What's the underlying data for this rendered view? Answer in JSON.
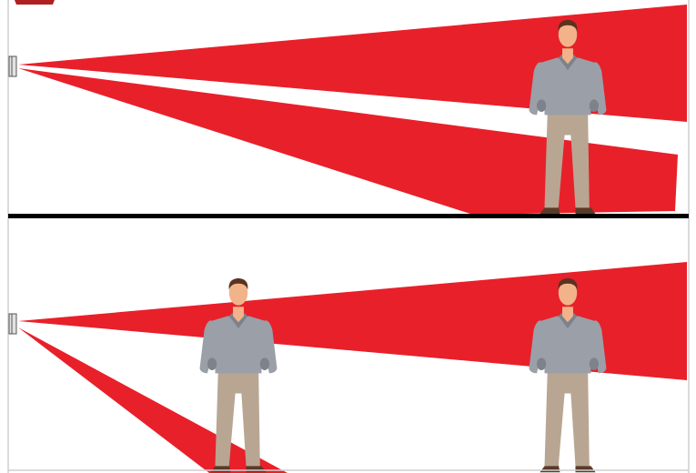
{
  "colors": {
    "beam": "#e8202a",
    "background": "#ffffff",
    "divider": "#000000",
    "wall": "#cfcfcf",
    "sensor_body": "#e2e2e2",
    "sensor_outline": "#555555",
    "skin": "#f2b38a",
    "hair": "#5a3220",
    "sweater": "#9a9fa8",
    "pants": "#b8a693",
    "shoes": "#5a3a28",
    "logo": "#b02020"
  },
  "icons": {
    "sensor": "motion-sensor-icon",
    "person": "standing-person-icon",
    "logo": "brand-logo-fragment"
  },
  "panels": [
    {
      "name": "top",
      "beams": [
        "upper-beam",
        "lower-beam"
      ],
      "people": [
        {
          "position": "far",
          "in_beam": true
        }
      ]
    },
    {
      "name": "bottom",
      "beams": [
        "upper-beam",
        "lower-beam"
      ],
      "people": [
        {
          "position": "middle",
          "in_beam": true
        },
        {
          "position": "far",
          "in_beam": true
        }
      ]
    }
  ]
}
